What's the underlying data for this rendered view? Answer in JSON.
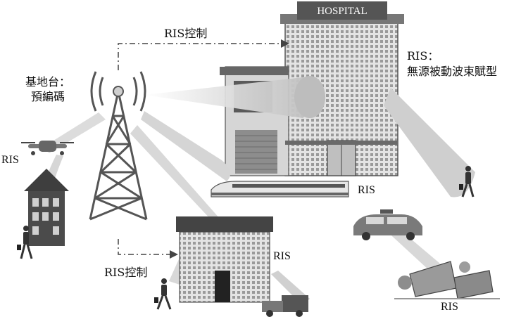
{
  "labels": {
    "ris_control_top": "RIS控制",
    "ris_control_bottom": "RIS控制",
    "base_station_line1": "基地台：",
    "base_station_line2": "預編碼",
    "hospital_sign": "HOSPITAL",
    "ris_passive_line1": "RIS：",
    "ris_passive_line2": "無源被動波束賦型",
    "ris_drone": "RIS",
    "ris_train": "RIS",
    "ris_school": "RIS",
    "ris_solar": "RIS"
  },
  "colors": {
    "beam": "#cfcfcf",
    "building_dark": "#4a4a4a",
    "building_mid": "#8a8a8a",
    "building_light": "#c8c8c8",
    "tower": "#555555",
    "dashed_line": "#444444"
  }
}
